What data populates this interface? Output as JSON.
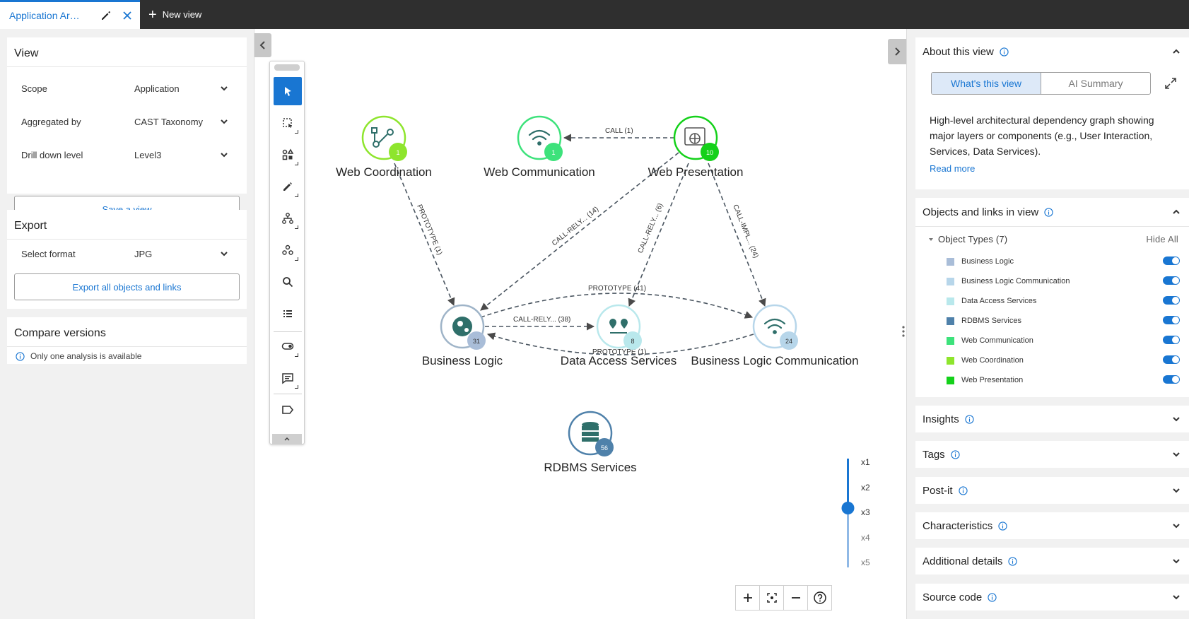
{
  "tabs": {
    "active_title": "Application Ar…",
    "new_view_label": "New view"
  },
  "left": {
    "view": {
      "title": "View",
      "scope_label": "Scope",
      "scope_value": "Application",
      "aggregated_label": "Aggregated by",
      "aggregated_value": "CAST Taxonomy",
      "drill_label": "Drill down level",
      "drill_value": "Level3",
      "save_label": "Save a view"
    },
    "export": {
      "title": "Export",
      "format_label": "Select format",
      "format_value": "JPG",
      "export_label": "Export all objects and links"
    },
    "compare": {
      "title": "Compare versions",
      "info": "Only one analysis is available"
    }
  },
  "graph": {
    "nodes": {
      "web_coordination": {
        "label": "Web Coordination",
        "count": "1"
      },
      "web_communication": {
        "label": "Web Communication",
        "count": "1"
      },
      "web_presentation": {
        "label": "Web Presentation",
        "count": "10"
      },
      "business_logic": {
        "label": "Business Logic",
        "count": "31"
      },
      "data_access": {
        "label": "Data Access Services",
        "count": "8"
      },
      "bl_communication": {
        "label": "Business Logic Communication",
        "count": "24"
      },
      "rdbms": {
        "label": "RDBMS Services",
        "count": "56"
      }
    },
    "edges": {
      "call1": "CALL (1)",
      "proto1": "PROTOTYPE (1)",
      "callrely14": "CALL-RELY... (14)",
      "callrely6": "CALL-RELY... (6)",
      "callimpl24": "CALL-IMPL... (24)",
      "proto41": "PROTOTYPE (41)",
      "callrely38": "CALL-RELY... (38)",
      "proto1b": "PROTOTYPE (1)"
    }
  },
  "zoom": {
    "levels": [
      "x1",
      "x2",
      "x3",
      "x4",
      "x5"
    ],
    "current": "x3"
  },
  "right": {
    "about": {
      "title": "About this view",
      "tab_on": "What's this view",
      "tab_off": "AI Summary",
      "text": "High-level architectural dependency graph showing major layers or components (e.g., User Interaction, Services, Data Services).",
      "read_more": "Read more"
    },
    "objects": {
      "title": "Objects and links in view",
      "types_label": "Object Types (7)",
      "hide_all": "Hide All",
      "types": [
        {
          "name": "Business Logic",
          "color": "#a9bdd8"
        },
        {
          "name": "Business Logic Communication",
          "color": "#b7d6ea"
        },
        {
          "name": "Data Access Services",
          "color": "#b9e8ec"
        },
        {
          "name": "RDBMS Services",
          "color": "#4f81aa"
        },
        {
          "name": "Web Communication",
          "color": "#3de27b"
        },
        {
          "name": "Web Coordination",
          "color": "#8ee52d"
        },
        {
          "name": "Web Presentation",
          "color": "#14d11a"
        }
      ]
    },
    "sections": [
      "Insights",
      "Tags",
      "Post-it",
      "Characteristics",
      "Additional details",
      "Source code"
    ]
  },
  "colors": {
    "accent": "#1976d2",
    "green_ring": "#3ee27a",
    "blue_ring": "#9fc4dc"
  }
}
